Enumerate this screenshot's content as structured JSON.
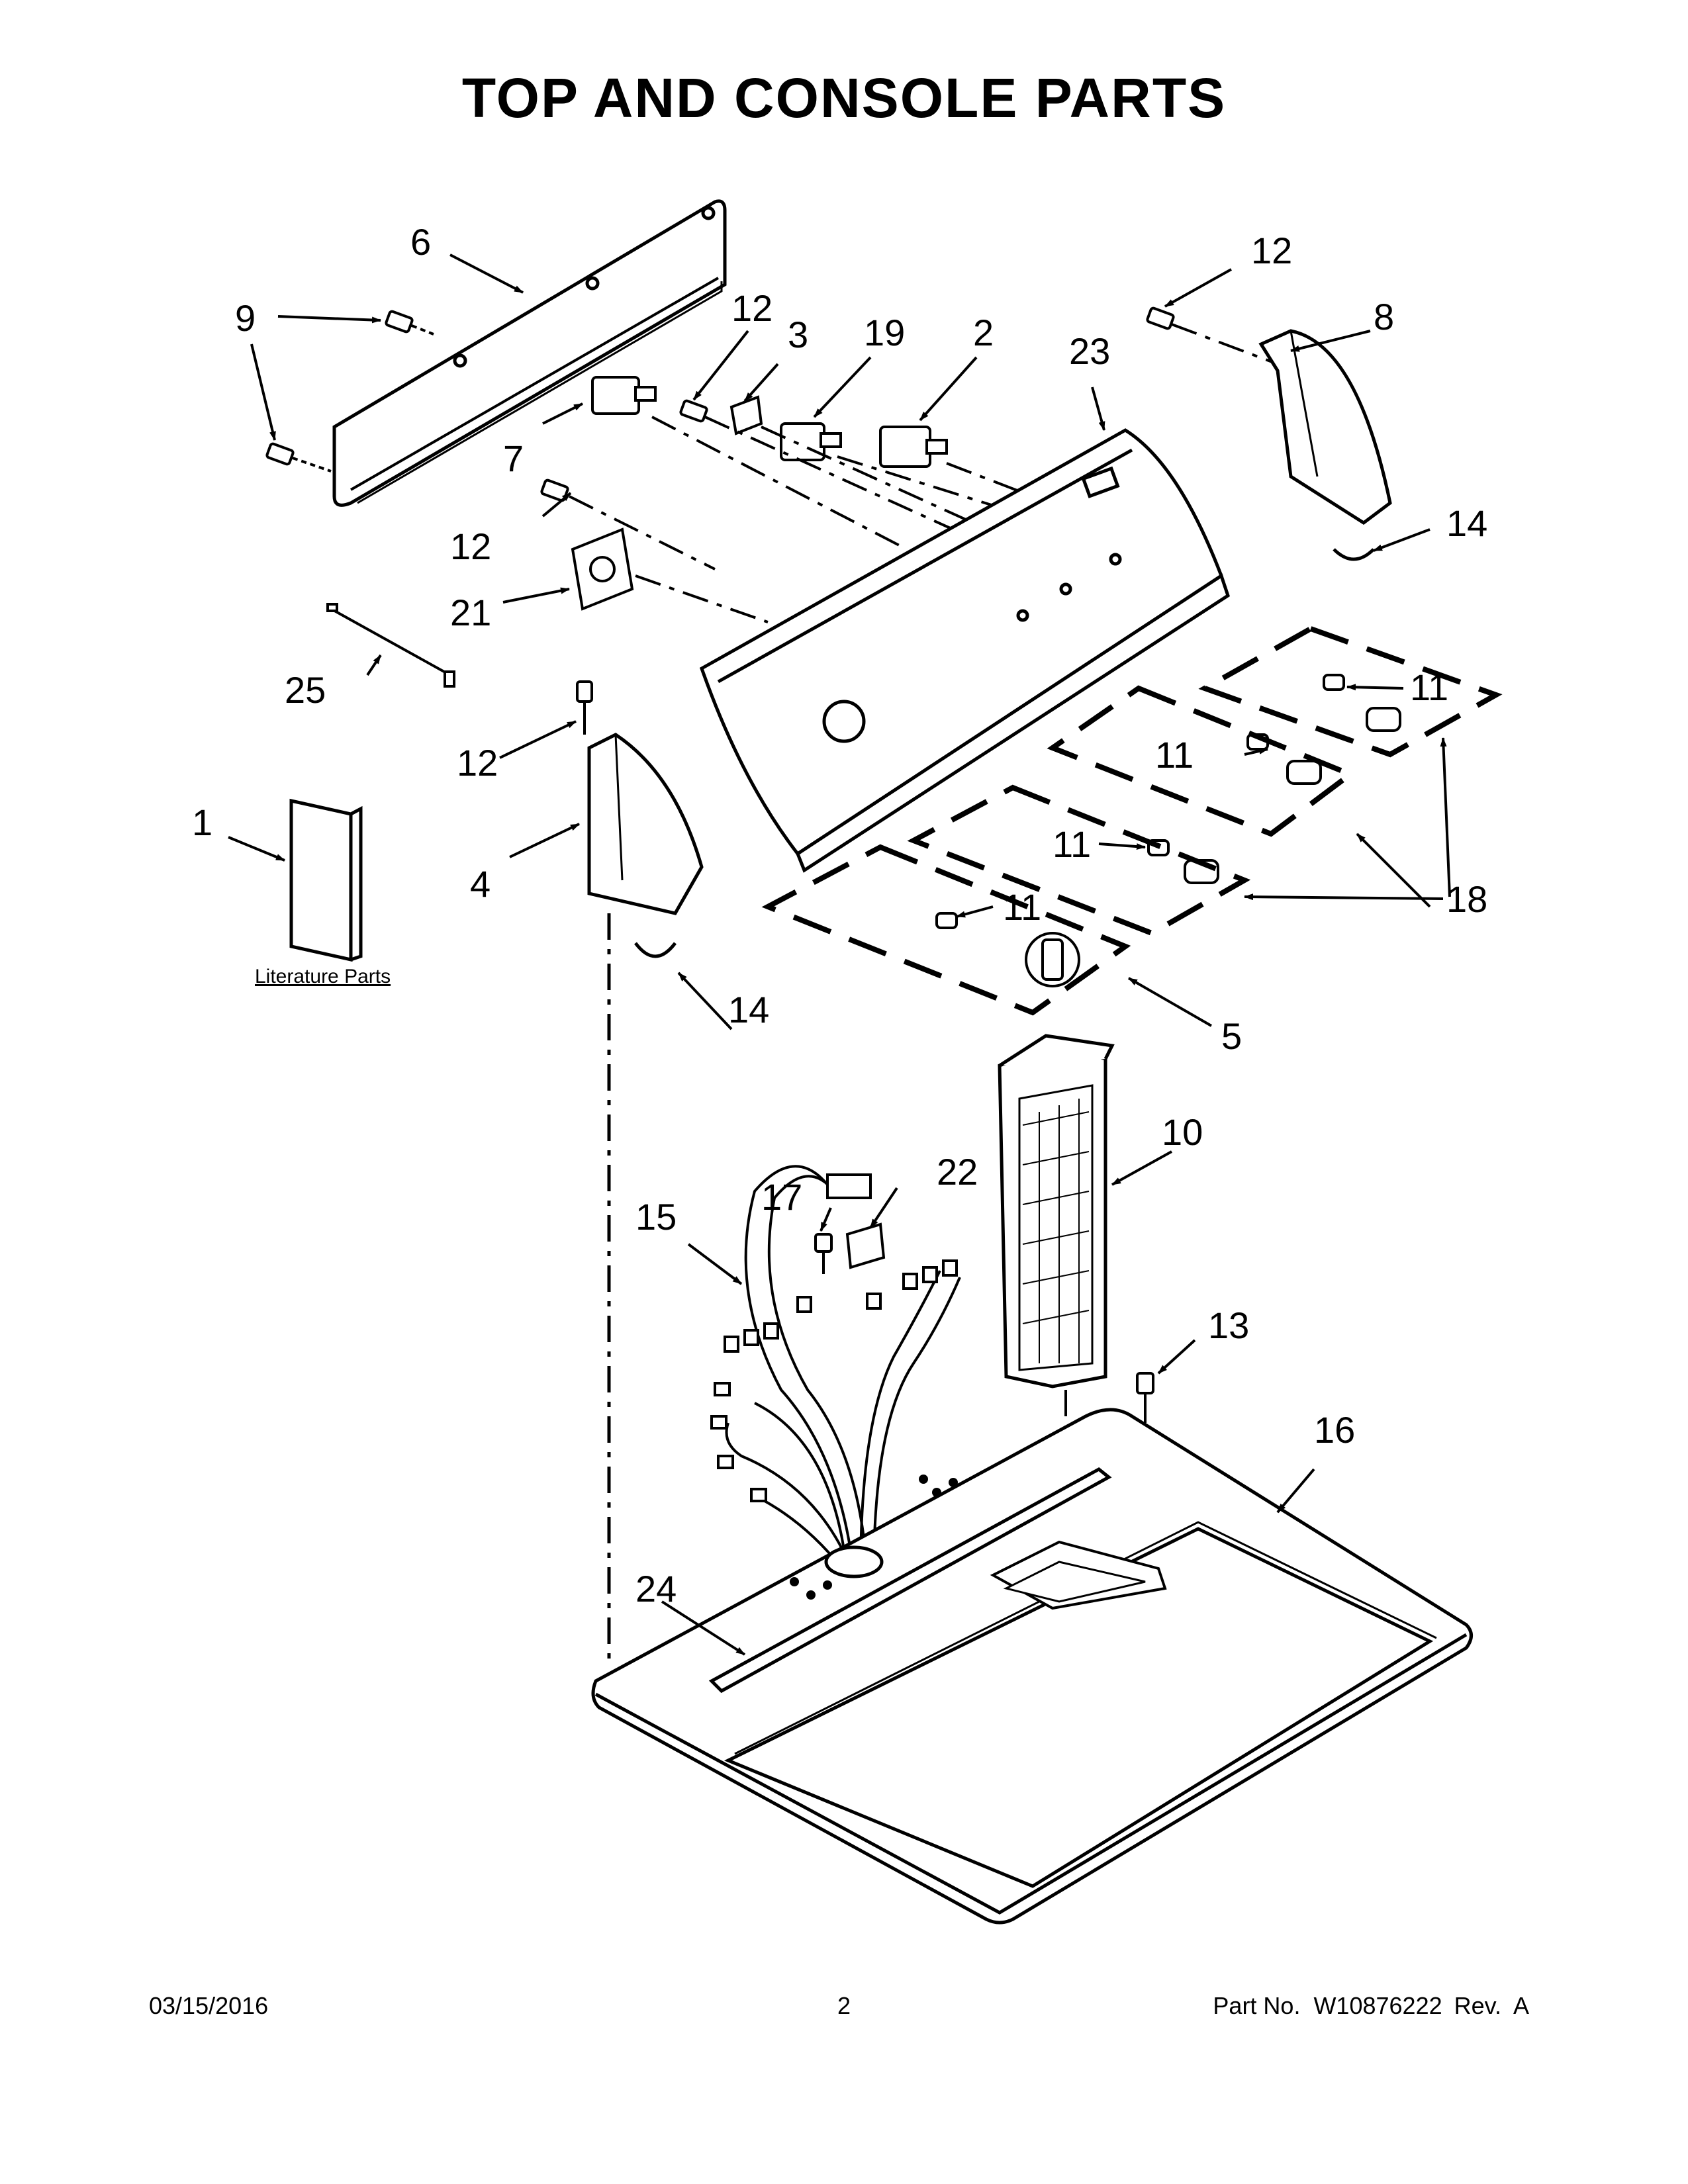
{
  "title": "TOP AND CONSOLE PARTS",
  "literature_label": "Literature Parts",
  "callouts": {
    "c1": "1",
    "c2": "2",
    "c3": "3",
    "c4": "4",
    "c5": "5",
    "c6": "6",
    "c7": "7",
    "c8": "8",
    "c9": "9",
    "c10": "10",
    "c11": "11",
    "c12": "12",
    "c13": "13",
    "c14": "14",
    "c15": "15",
    "c16": "16",
    "c17": "17",
    "c18": "18",
    "c19": "19",
    "c21": "21",
    "c22": "22",
    "c23": "23",
    "c24": "24",
    "c25": "25"
  },
  "footer": {
    "date": "03/15/2016",
    "page": "2",
    "part_no": "Part No.  W10876222",
    "rev": "Rev.  A"
  }
}
